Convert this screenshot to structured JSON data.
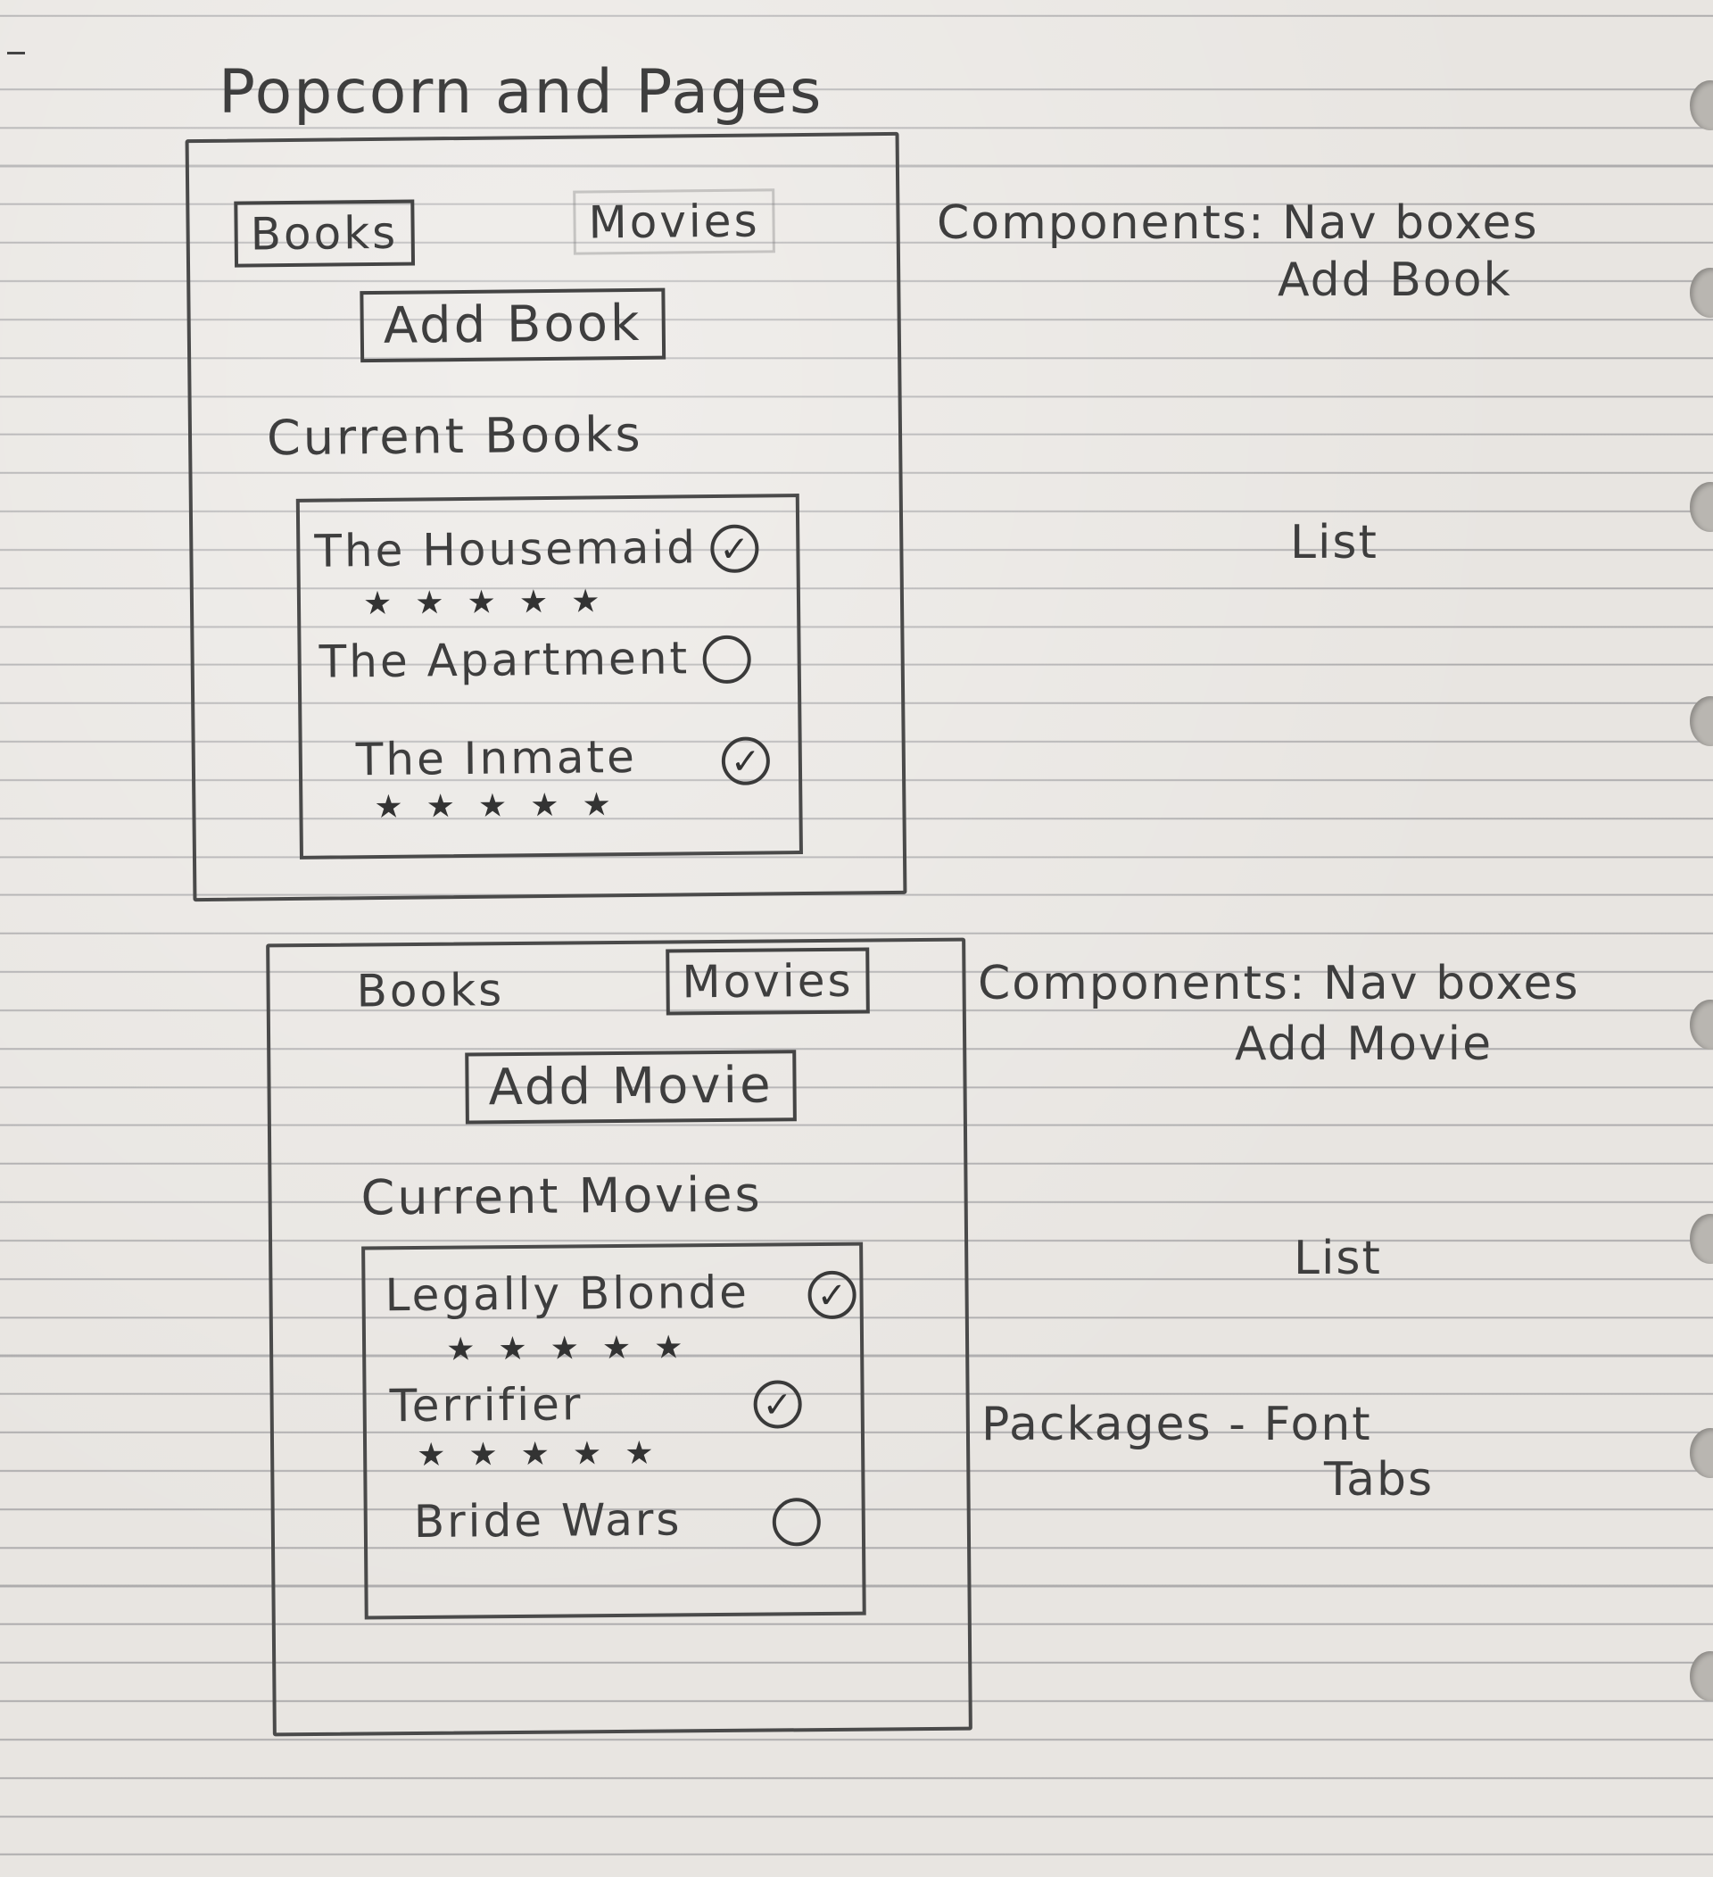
{
  "app_title": "Popcorn and Pages",
  "wireframe_books": {
    "nav": {
      "books_label": "Books",
      "movies_label": "Movies",
      "active": "books"
    },
    "add_button": "Add Book",
    "section_title": "Current Books",
    "items": [
      {
        "title": "The Housemaid",
        "checked": true,
        "rating": 5,
        "stars": "★★★★★"
      },
      {
        "title": "The Apartment",
        "checked": false,
        "rating": 0,
        "stars": ""
      },
      {
        "title": "The Inmate",
        "checked": true,
        "rating": 5,
        "stars": "★★★★★"
      }
    ]
  },
  "wireframe_movies": {
    "nav": {
      "books_label": "Books",
      "movies_label": "Movies",
      "active": "movies"
    },
    "add_button": "Add Movie",
    "section_title": "Current Movies",
    "items": [
      {
        "title": "Legally Blonde",
        "checked": true,
        "rating": 5,
        "stars": "★★★★★"
      },
      {
        "title": "Terrifier",
        "checked": true,
        "rating": 5,
        "stars": "★★★★★"
      },
      {
        "title": "Bride Wars",
        "checked": false,
        "rating": 0,
        "stars": ""
      }
    ]
  },
  "notes": {
    "books_components": "Components: Nav boxes",
    "books_add": "Add Book",
    "books_list": "List",
    "movies_components": "Components: Nav boxes",
    "movies_add": "Add Movie",
    "movies_list": "List",
    "packages_line1": "Packages - Font",
    "packages_line2": "Tabs"
  },
  "icons": {
    "checked": "check-circle-icon",
    "unchecked": "empty-circle-icon",
    "rating": "star-icon"
  }
}
